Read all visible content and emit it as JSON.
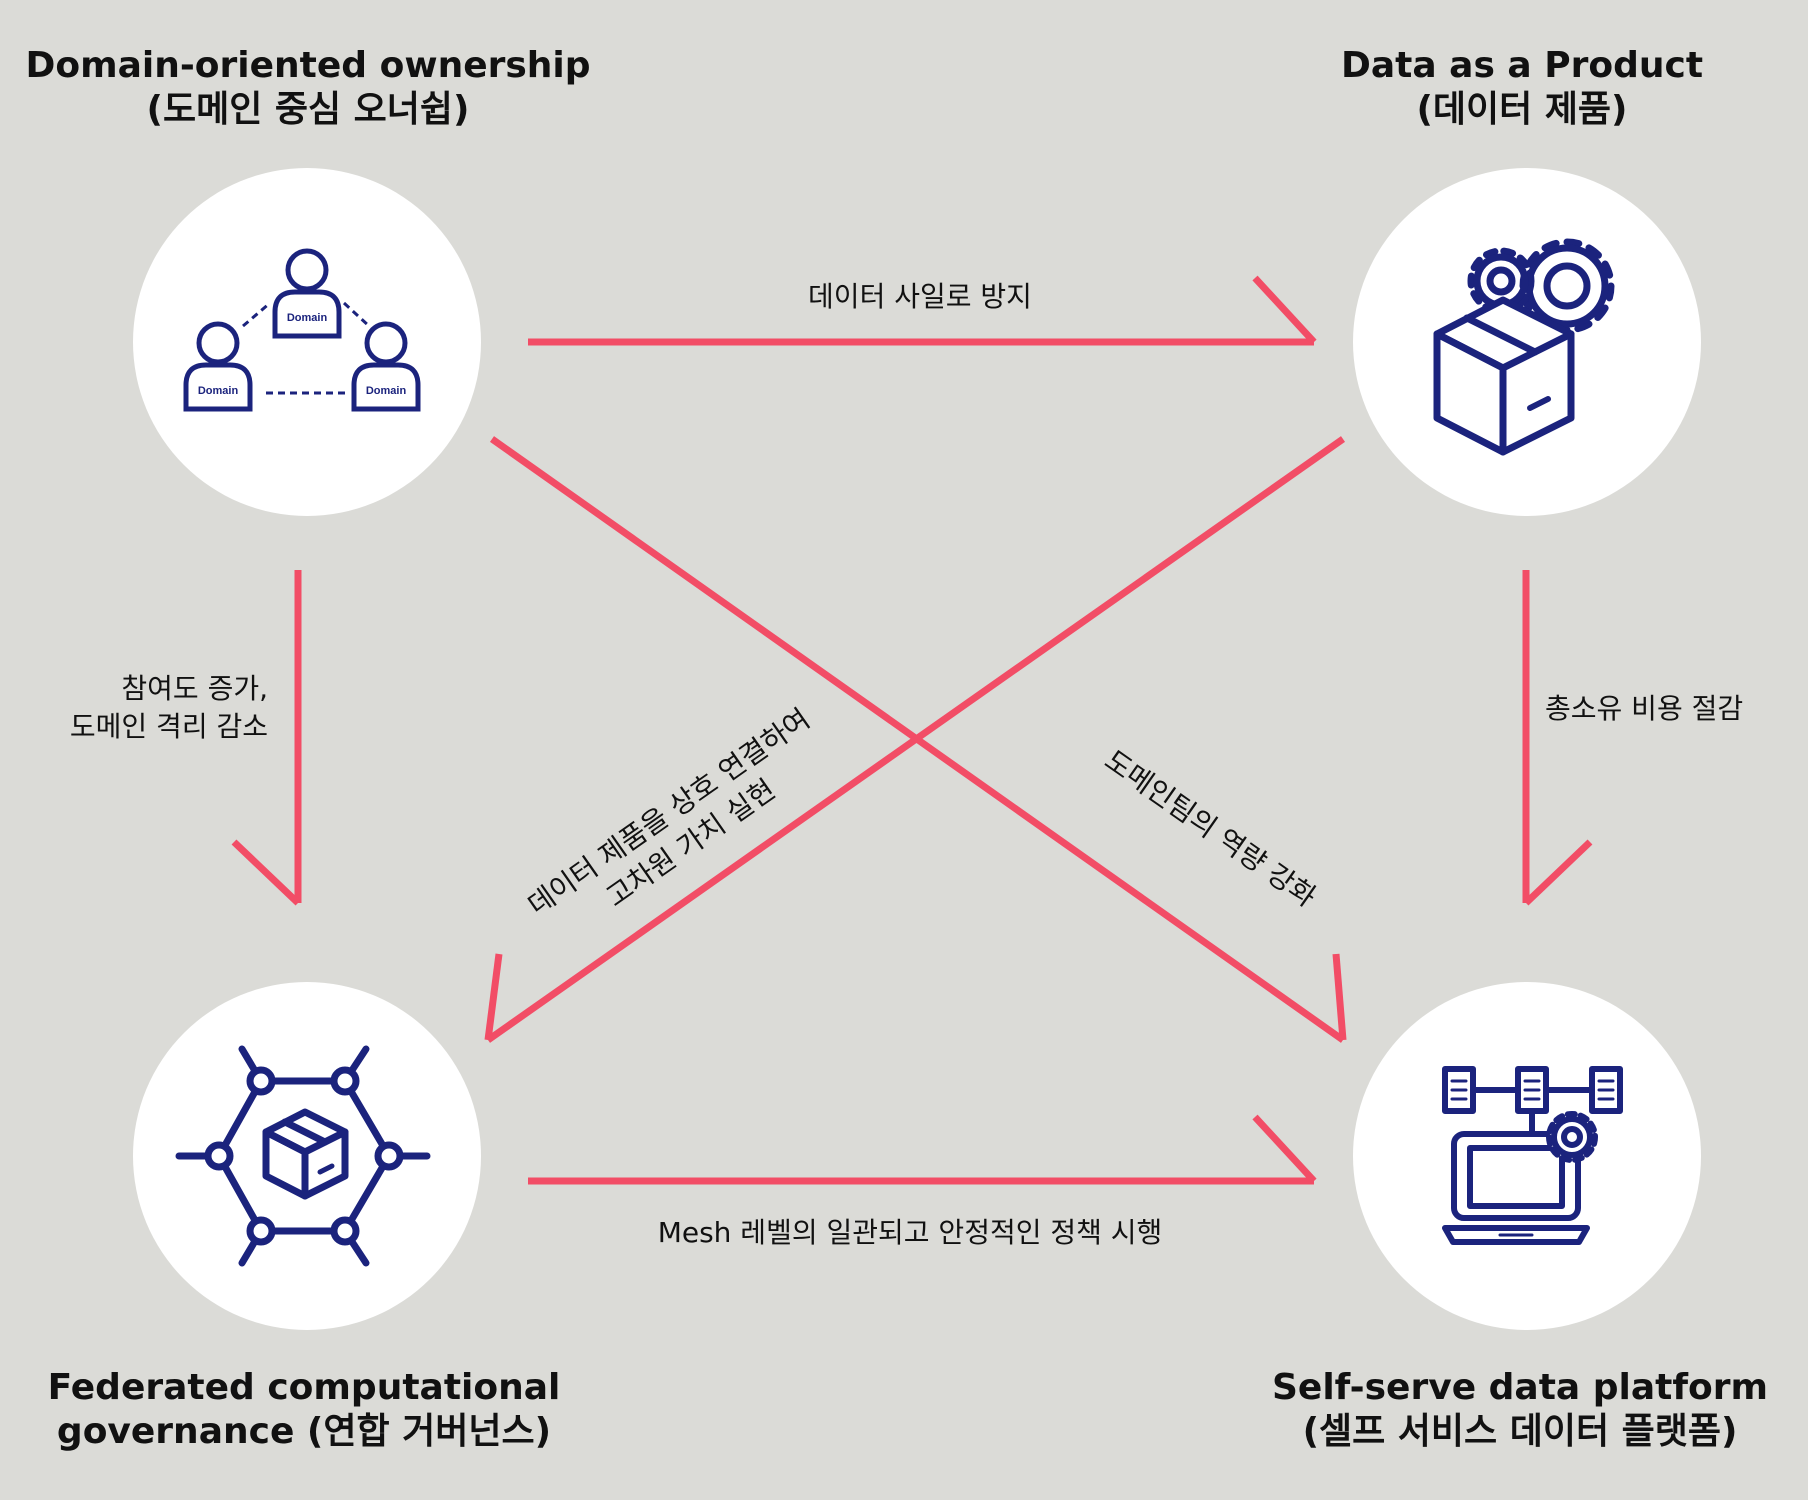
{
  "colors": {
    "background": "#DBDBD7",
    "arrow": "#F24D66",
    "icon": "#1B237D",
    "circle": "#FFFFFF",
    "text": "#111111"
  },
  "nodes": {
    "domain_ownership": {
      "title_en": "Domain-oriented ownership",
      "title_ko": "(도메인 중심 오너쉽)",
      "icon": "people-network-icon",
      "person_tag": "Domain"
    },
    "data_product": {
      "title_en": "Data as a Product",
      "title_ko": "(데이터 제품)",
      "icon": "box-gears-icon"
    },
    "federated_governance": {
      "title_en": "Federated computational",
      "title_ko": "governance (연합 거버넌스)",
      "icon": "hexagon-network-box-icon"
    },
    "self_serve_platform": {
      "title_en": "Self-serve data platform",
      "title_ko": "(셀프 서비스 데이터 플랫폼)",
      "icon": "laptop-servers-gear-icon"
    }
  },
  "edges": {
    "ownership_to_product": "데이터 사일로 방지",
    "ownership_to_governance_line1": "참여도 증가,",
    "ownership_to_governance_line2": "도메인 격리 감소",
    "product_to_platform": "총소유 비용 절감",
    "product_to_governance_line1": "데이터 제품을 상호 연결하여",
    "product_to_governance_line2": "고차원 가치 실현",
    "ownership_to_platform": "도메인팀의 역량 강화",
    "governance_to_platform": "Mesh 레벨의 일관되고 안정적인 정책 시행"
  }
}
